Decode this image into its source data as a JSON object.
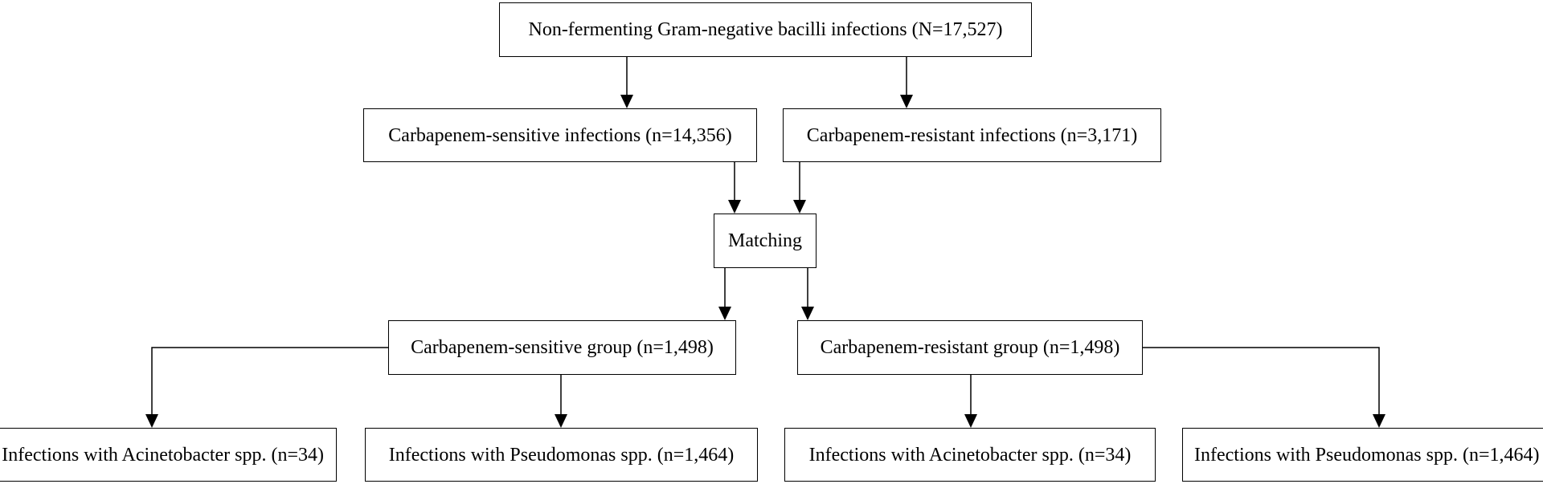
{
  "nodes": {
    "root": "Non-fermenting Gram-negative bacilli infections (N=17,527)",
    "sensitive_infections": "Carbapenem-sensitive infections (n=14,356)",
    "resistant_infections": "Carbapenem-resistant infections (n=3,171)",
    "matching": "Matching",
    "sensitive_group": "Carbapenem-sensitive group (n=1,498)",
    "resistant_group": "Carbapenem-resistant group (n=1,498)",
    "sensitive_acinetobacter": "Infections with Acinetobacter spp. (n=34)",
    "sensitive_pseudomonas": "Infections with Pseudomonas spp. (n=1,464)",
    "resistant_acinetobacter": "Infections with Acinetobacter spp. (n=34)",
    "resistant_pseudomonas": "Infections with Pseudomonas spp. (n=1,464)"
  }
}
